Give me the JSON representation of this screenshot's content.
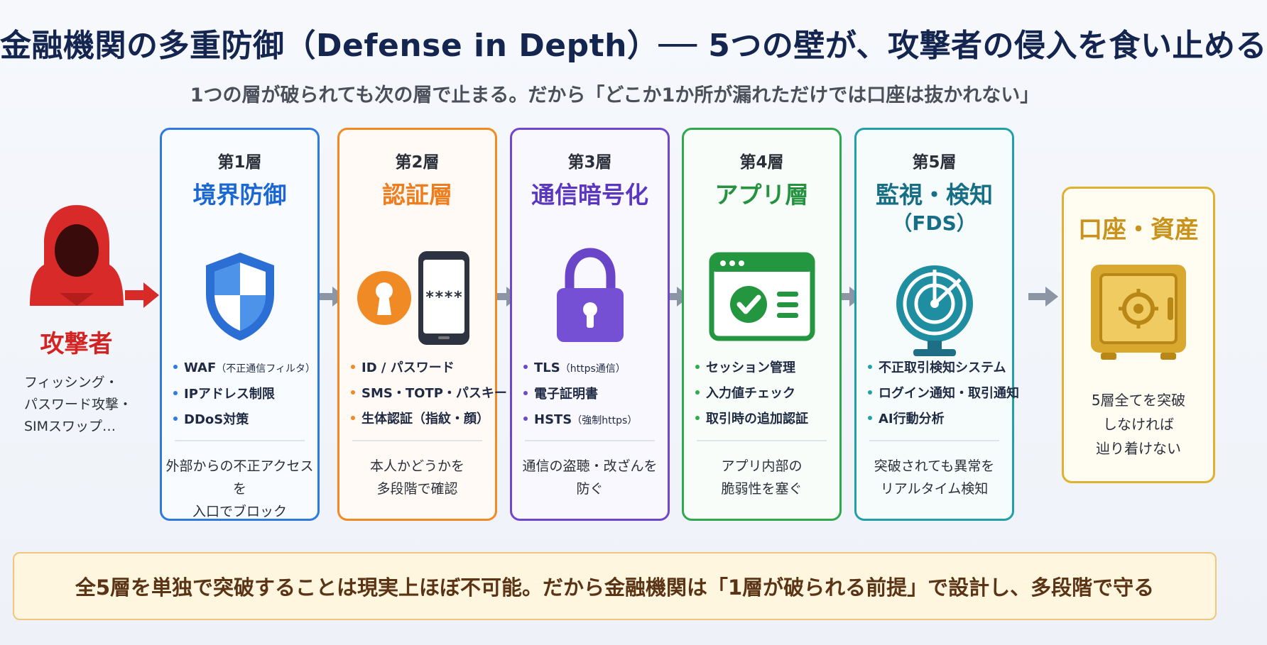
{
  "title": "金融機関の多重防御（Defense in Depth）── 5つの壁が、攻撃者の侵入を食い止める",
  "subtitle": "1つの層が破られても次の層で止まる。だから「どこか1か所が漏れただけでは口座は抜かれない」",
  "attacker": {
    "label": "攻撃者",
    "desc": [
      "フィッシング・",
      "パスワード攻撃・",
      "SIMスワップ…"
    ],
    "icon": "hooded-attacker-icon",
    "color": "#d32323"
  },
  "layers": [
    {
      "num": "第1層",
      "name": "境界防御",
      "icon": "shield-icon",
      "color": "#2e7ae0",
      "items": [
        {
          "main": "WAF",
          "sub": "（不正通信フィルタ）"
        },
        {
          "main": "IPアドレス制限",
          "sub": ""
        },
        {
          "main": "DDoS対策",
          "sub": ""
        }
      ],
      "foot": [
        "外部からの不正アクセスを",
        "入口でブロック"
      ]
    },
    {
      "num": "第2層",
      "name": "認証層",
      "icon": "key-phone-icon",
      "color": "#f08a25",
      "password_mask": "****",
      "items": [
        {
          "main": "ID / パスワード",
          "sub": ""
        },
        {
          "main": "SMS・TOTP・パスキー",
          "sub": ""
        },
        {
          "main": "生体認証（指紋・顔）",
          "sub": ""
        }
      ],
      "foot": [
        "本人かどうかを",
        "多段階で確認"
      ]
    },
    {
      "num": "第3層",
      "name": "通信暗号化",
      "icon": "padlock-icon",
      "color": "#6f47cc",
      "items": [
        {
          "main": "TLS",
          "sub": "（https通信）"
        },
        {
          "main": "電子証明書",
          "sub": ""
        },
        {
          "main": "HSTS",
          "sub": "（強制https）"
        }
      ],
      "foot": [
        "通信の盗聴・改ざんを",
        "防ぐ"
      ]
    },
    {
      "num": "第4層",
      "name": "アプリ層",
      "icon": "app-window-check-icon",
      "color": "#2fa84f",
      "items": [
        {
          "main": "セッション管理",
          "sub": ""
        },
        {
          "main": "入力値チェック",
          "sub": ""
        },
        {
          "main": "取引時の追加認証",
          "sub": ""
        }
      ],
      "foot": [
        "アプリ内部の",
        "脆弱性を塞ぐ"
      ]
    },
    {
      "num": "第5層",
      "name": "監視・検知",
      "name2": "（FDS）",
      "icon": "radar-icon",
      "color": "#22a0a8",
      "items": [
        {
          "main": "不正取引検知システム",
          "sub": ""
        },
        {
          "main": "ログイン通知・取引通知",
          "sub": ""
        },
        {
          "main": "AI行動分析",
          "sub": ""
        }
      ],
      "foot": [
        "突破されても異常を",
        "リアルタイム検知"
      ]
    }
  ],
  "asset": {
    "name": "口座・資産",
    "icon": "safe-icon",
    "color": "#e0b030",
    "foot": [
      "5層全てを突破",
      "しなければ",
      "辿り着けない"
    ]
  },
  "bottom": "全5層を単独で突破することは現実上ほぼ不可能。だから金融機関は「1層が破られる前提」で設計し、多段階で守る"
}
